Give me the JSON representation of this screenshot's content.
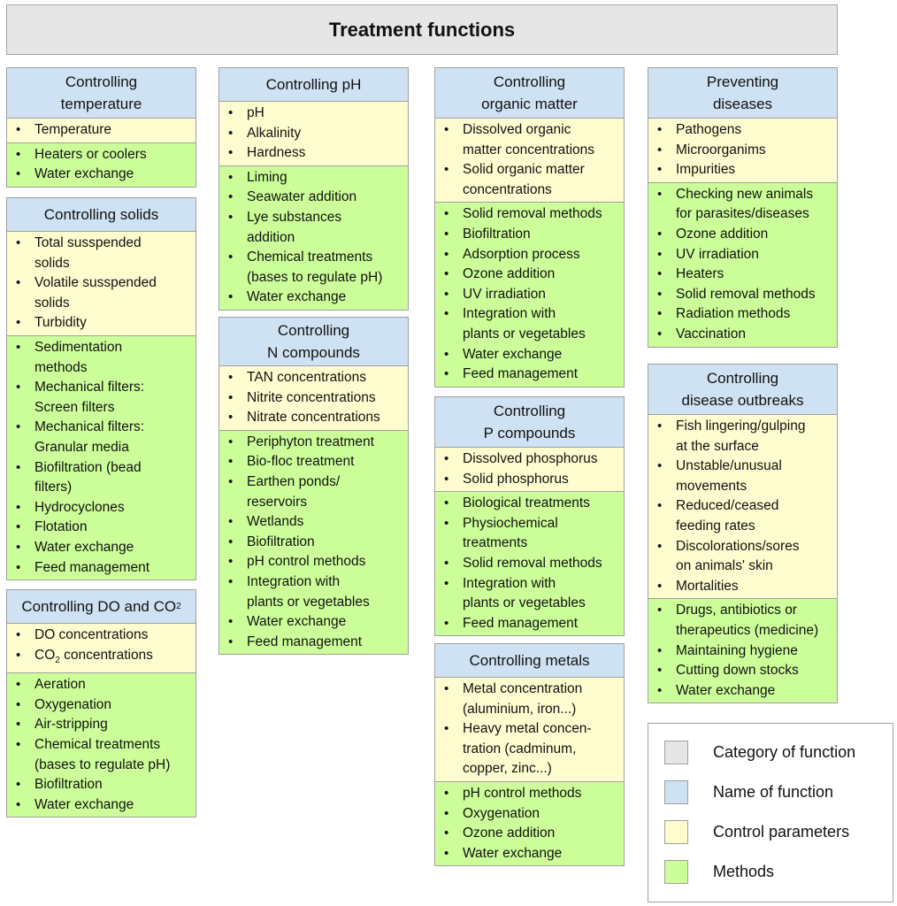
{
  "title": "Treatment functions",
  "colors": {
    "category": "#e6e6e6",
    "name": "#cfe2f3",
    "params": "#fffdd0",
    "methods": "#ccff99"
  },
  "cards": {
    "temp": {
      "name": "Controlling\ntemperature",
      "params": [
        "Temperature"
      ],
      "methods": [
        "Heaters or coolers",
        "Water exchange"
      ]
    },
    "solids": {
      "name": "Controlling solids",
      "params": [
        "Total susspended\nsolids",
        "Volatile susspended\nsolids",
        "Turbidity"
      ],
      "methods": [
        "Sedimentation\nmethods",
        "Mechanical filters:\nScreen filters",
        "Mechanical filters:\nGranular media",
        "Biofiltration (bead\nfilters)",
        "Hydrocyclones",
        "Flotation",
        "Water exchange",
        "Feed  management"
      ]
    },
    "do": {
      "name_prefix": "Controlling DO and CO",
      "name_sub": "2",
      "params": [
        "DO concentrations"
      ],
      "param2_prefix": "CO",
      "param2_sub": "2",
      "param2_suffix": " concentrations",
      "methods": [
        "Aeration",
        "Oxygenation",
        "Air-stripping",
        "Chemical treatments\n(bases to regulate pH)",
        "Biofiltration",
        "Water exchange"
      ]
    },
    "ph": {
      "name": "Controlling pH",
      "params": [
        "pH",
        "Alkalinity",
        "Hardness"
      ],
      "methods": [
        "Liming",
        "Seawater addition",
        "Lye substances\naddition",
        "Chemical treatments\n(bases to regulate pH)",
        "Water exchange"
      ]
    },
    "n": {
      "name": "Controlling\nN compounds",
      "params": [
        "TAN concentrations",
        "Nitrite concentrations",
        "Nitrate concentrations"
      ],
      "methods": [
        "Periphyton treatment",
        "Bio-floc treatment",
        "Earthen ponds/\nreservoirs",
        "Wetlands",
        "Biofiltration",
        "pH control methods",
        "Integration with\nplants or vegetables",
        "Water exchange",
        "Feed management"
      ]
    },
    "org": {
      "name": "Controlling\norganic matter",
      "params": [
        "Dissolved organic\nmatter concentrations",
        "Solid organic matter\nconcentrations"
      ],
      "methods": [
        "Solid removal methods",
        "Biofiltration",
        "Adsorption process",
        "Ozone addition",
        "UV irradiation",
        "Integration with\nplants or vegetables",
        "Water exchange",
        "Feed management"
      ]
    },
    "p": {
      "name": "Controlling\nP compounds",
      "params": [
        "Dissolved phosphorus",
        "Solid phosphorus"
      ],
      "methods": [
        "Biological treatments",
        "Physiochemical\ntreatments",
        "Solid removal methods",
        "Integration with\nplants or vegetables",
        "Feed management"
      ]
    },
    "metals": {
      "name": "Controlling metals",
      "params": [
        "Metal concentration\n(aluminium, iron...)",
        "Heavy metal concen-\ntration (cadminum,\ncopper, zinc...)"
      ],
      "methods": [
        "pH control methods",
        "Oxygenation",
        "Ozone addition",
        "Water exchange"
      ]
    },
    "prev": {
      "name": "Preventing\ndiseases",
      "params": [
        "Pathogens",
        "Microorganims",
        "Impurities"
      ],
      "methods": [
        "Checking new animals\nfor parasites/diseases",
        "Ozone addition",
        "UV irradiation",
        "Heaters",
        "Solid removal methods",
        "Radiation methods",
        "Vaccination"
      ]
    },
    "outbreak": {
      "name": "Controlling\ndisease outbreaks",
      "params": [
        "Fish lingering/gulping\nat the surface",
        "Unstable/unusual\nmovements",
        "Reduced/ceased\nfeeding rates",
        "Discolorations/sores\non animals' skin",
        "Mortalities"
      ],
      "methods": [
        "Drugs, antibiotics or\ntherapeutics (medicine)",
        "Maintaining hygiene",
        "Cutting down stocks",
        "Water exchange"
      ]
    }
  },
  "legend": [
    {
      "label": "Category of function",
      "color": "#e6e6e6"
    },
    {
      "label": "Name of function",
      "color": "#cfe2f3"
    },
    {
      "label": "Control parameters",
      "color": "#fffdd0"
    },
    {
      "label": "Methods",
      "color": "#ccff99"
    }
  ]
}
